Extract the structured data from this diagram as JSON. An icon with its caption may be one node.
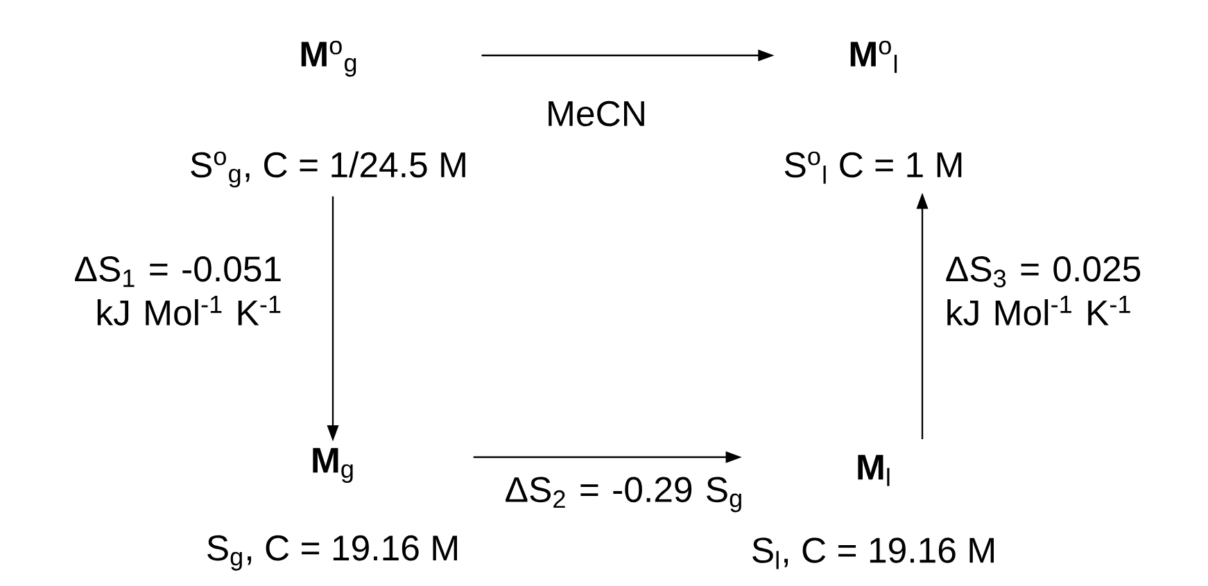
{
  "diagram": {
    "nodes": [
      {
        "text": [
          "**M**$^{o}$$_{g}$"
        ],
        "beside": [
          "S$^{o}$$_{g}$, C = 1/24.5 M"
        ]
      },
      {
        "text": [
          "**M**$^{o}$$_{l}$"
        ],
        "beside": [
          "S$^{o}$$_{l}$ C = 1 M"
        ]
      },
      {
        "text": [
          "**M**$_{g}$"
        ],
        "beside": [
          "S$_{g}$, C = 19.16 M"
        ]
      },
      {
        "text": [
          "**M**$_{l}$"
        ],
        "beside": [
          "S$_{l}$, C = 19.16 M"
        ]
      }
    ],
    "edges": [
      {
        "from": 0,
        "to": 1,
        "arrow": "to",
        "label": "MeCN"
      },
      {
        "from": 0,
        "to": 2,
        "arrow": "to",
        "label": "ΔS$_{1}$ = -0.051 kJ Mol$^{-1}$ K$^{-1}$"
      },
      {
        "from": 2,
        "to": 3,
        "arrow": "to",
        "label": "ΔS$_{2}$ = -0.29 S$_{g}$"
      },
      {
        "from": 3,
        "to": 1,
        "arrow": "to",
        "label": "ΔS$_{3}$ = 0.025 kJ Mol$^{-1}$ K$^{-1}$"
      }
    ]
  }
}
